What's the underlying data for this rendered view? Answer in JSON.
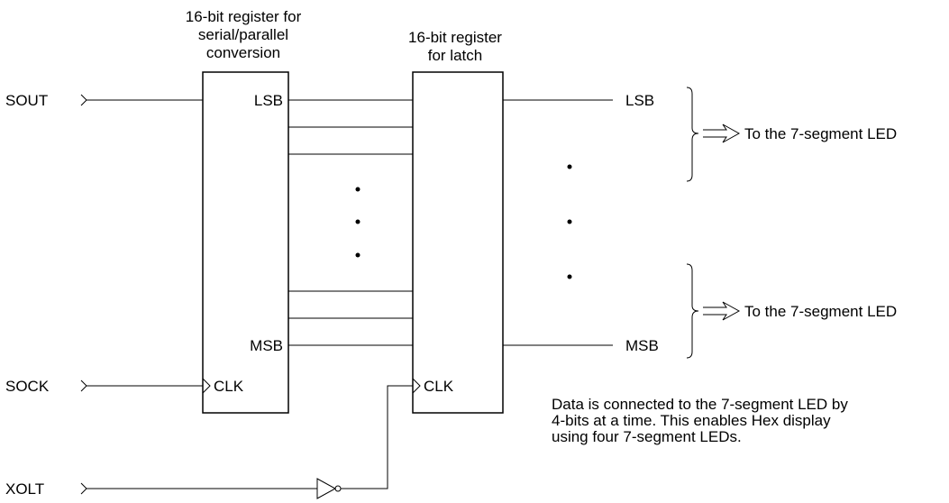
{
  "register1": {
    "title_lines": [
      "16-bit register for",
      "serial/parallel",
      "conversion"
    ],
    "lsb": "LSB",
    "msb": "MSB",
    "clk": "CLK"
  },
  "register2": {
    "title_lines": [
      "16-bit register",
      "for latch"
    ],
    "clk": "CLK"
  },
  "inputs": {
    "sout": "SOUT",
    "sock": "SOCK",
    "xolt": "XOLT"
  },
  "outputs": {
    "lsb": "LSB",
    "msb": "MSB",
    "arrow_top": "To the 7-segment LED",
    "arrow_bottom": "To the 7-segment LED"
  },
  "note_lines": [
    "Data is connected to the 7-segment LED by",
    "4-bits at a time. This enables Hex display",
    "using four 7-segment LEDs."
  ]
}
